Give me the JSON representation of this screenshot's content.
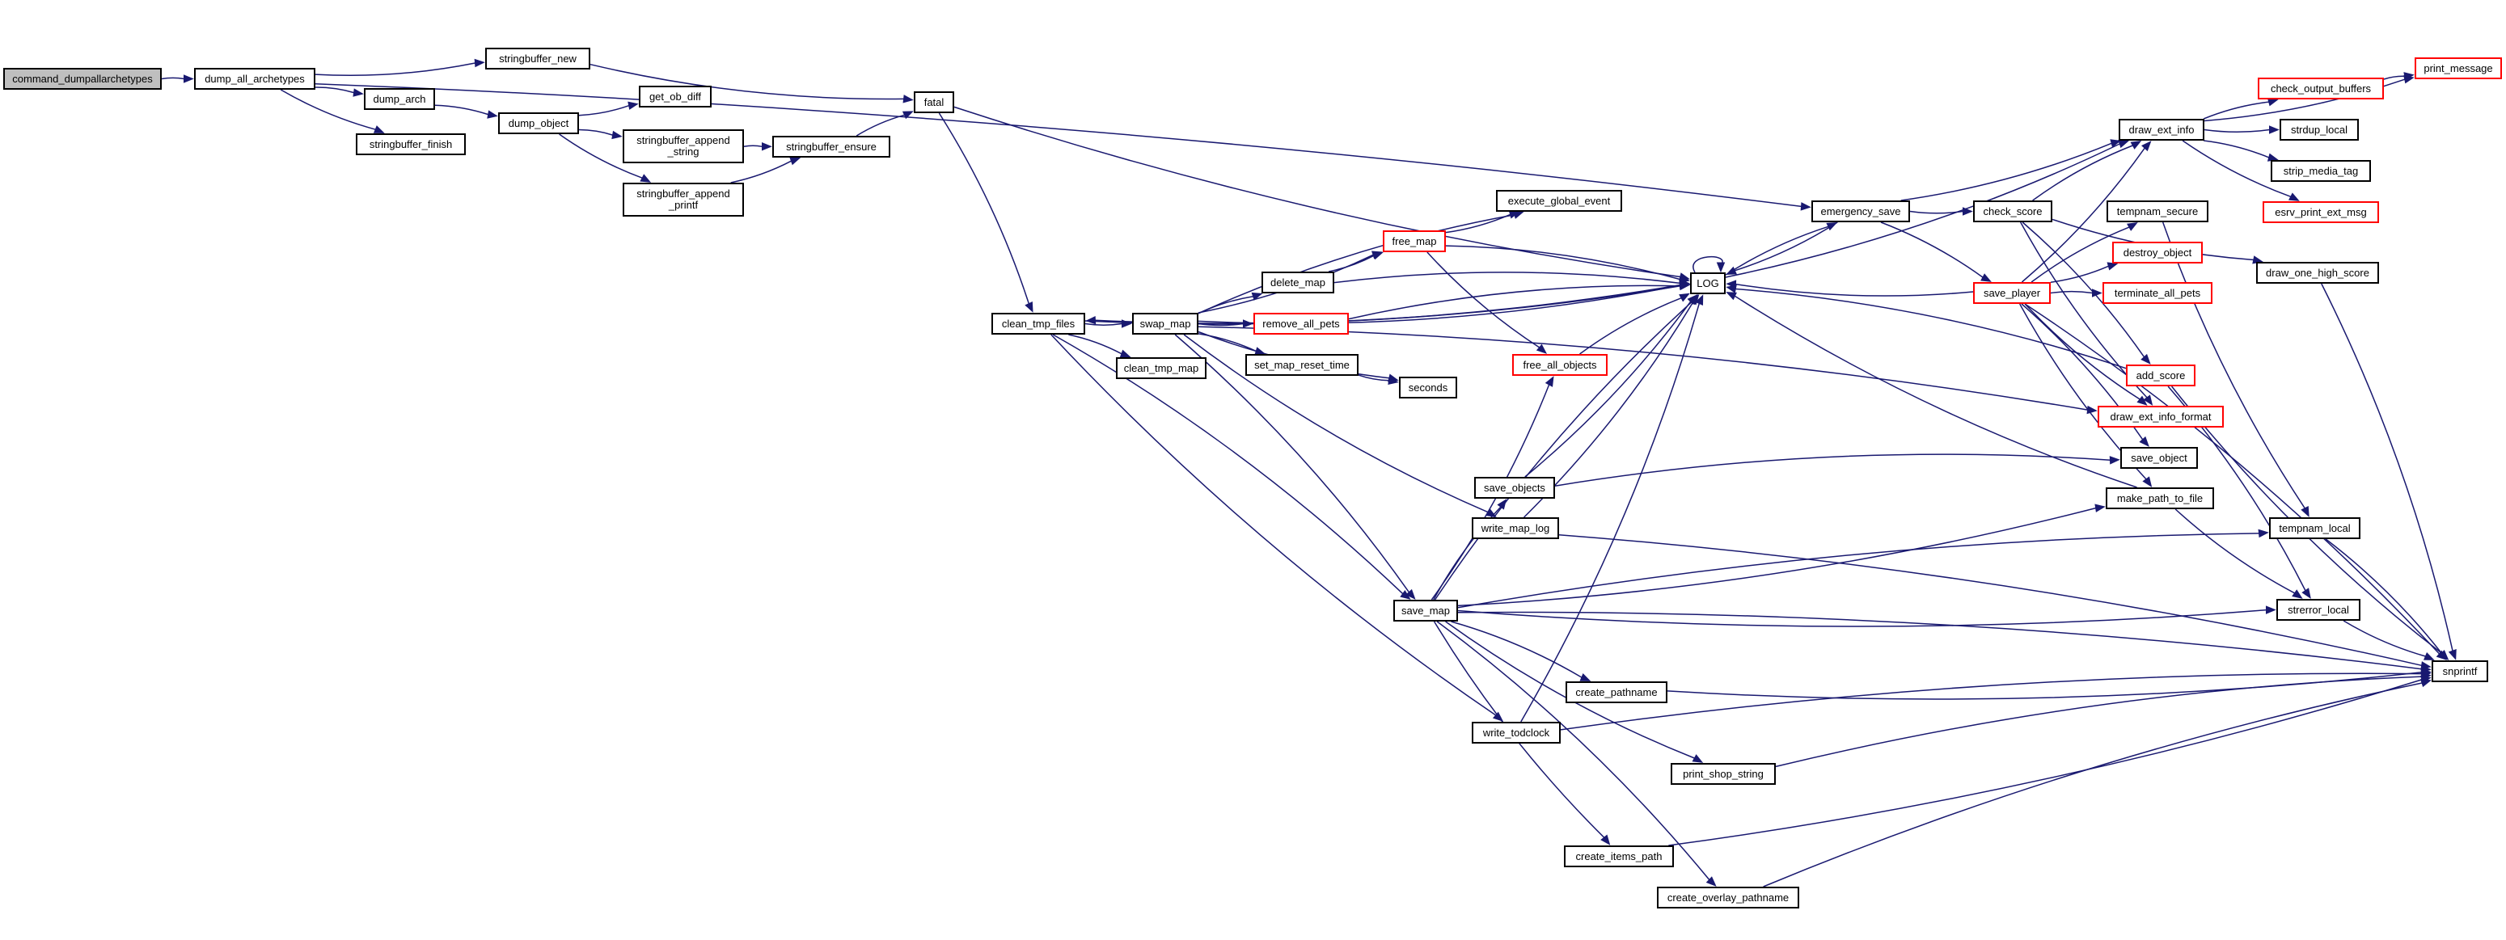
{
  "graph": {
    "edge_color": "#191970",
    "highlight_border_color": "#ff0000",
    "root_fill": "#bfbfbf",
    "nodes": {
      "command_dumpallarchetypes": {
        "label": "command_dumpallarchetypes",
        "style": "root"
      },
      "dump_all_archetypes": {
        "label": "dump_all_archetypes",
        "style": "normal"
      },
      "stringbuffer_new": {
        "label": "stringbuffer_new",
        "style": "normal"
      },
      "dump_arch": {
        "label": "dump_arch",
        "style": "normal"
      },
      "stringbuffer_finish": {
        "label": "stringbuffer_finish",
        "style": "normal"
      },
      "dump_object": {
        "label": "dump_object",
        "style": "normal"
      },
      "get_ob_diff": {
        "label": "get_ob_diff",
        "style": "normal"
      },
      "stringbuffer_append_string": {
        "label": "stringbuffer_append\n_string",
        "style": "normal"
      },
      "stringbuffer_append_printf": {
        "label": "stringbuffer_append\n_printf",
        "style": "normal"
      },
      "stringbuffer_ensure": {
        "label": "stringbuffer_ensure",
        "style": "normal"
      },
      "fatal": {
        "label": "fatal",
        "style": "normal"
      },
      "clean_tmp_files": {
        "label": "clean_tmp_files",
        "style": "normal"
      },
      "swap_map": {
        "label": "swap_map",
        "style": "normal"
      },
      "clean_tmp_map": {
        "label": "clean_tmp_map",
        "style": "normal"
      },
      "delete_map": {
        "label": "delete_map",
        "style": "normal"
      },
      "free_map": {
        "label": "free_map",
        "style": "red"
      },
      "remove_all_pets": {
        "label": "remove_all_pets",
        "style": "red"
      },
      "set_map_reset_time": {
        "label": "set_map_reset_time",
        "style": "normal"
      },
      "seconds": {
        "label": "seconds",
        "style": "normal"
      },
      "execute_global_event": {
        "label": "execute_global_event",
        "style": "normal"
      },
      "free_all_objects": {
        "label": "free_all_objects",
        "style": "red"
      },
      "LOG": {
        "label": "LOG",
        "style": "normal"
      },
      "emergency_save": {
        "label": "emergency_save",
        "style": "normal"
      },
      "check_score": {
        "label": "check_score",
        "style": "normal"
      },
      "save_player": {
        "label": "save_player",
        "style": "red"
      },
      "draw_ext_info": {
        "label": "draw_ext_info",
        "style": "normal"
      },
      "print_message": {
        "label": "print_message",
        "style": "red"
      },
      "check_output_buffers": {
        "label": "check_output_buffers",
        "style": "red"
      },
      "strdup_local": {
        "label": "strdup_local",
        "style": "normal"
      },
      "strip_media_tag": {
        "label": "strip_media_tag",
        "style": "normal"
      },
      "esrv_print_ext_msg": {
        "label": "esrv_print_ext_msg",
        "style": "red"
      },
      "tempnam_secure": {
        "label": "tempnam_secure",
        "style": "normal"
      },
      "destroy_object": {
        "label": "destroy_object",
        "style": "red"
      },
      "terminate_all_pets": {
        "label": "terminate_all_pets",
        "style": "red"
      },
      "draw_one_high_score": {
        "label": "draw_one_high_score",
        "style": "normal"
      },
      "add_score": {
        "label": "add_score",
        "style": "red"
      },
      "draw_ext_info_format": {
        "label": "draw_ext_info_format",
        "style": "red"
      },
      "save_object": {
        "label": "save_object",
        "style": "normal"
      },
      "make_path_to_file": {
        "label": "make_path_to_file",
        "style": "normal"
      },
      "tempnam_local": {
        "label": "tempnam_local",
        "style": "normal"
      },
      "strerror_local": {
        "label": "strerror_local",
        "style": "normal"
      },
      "snprintf": {
        "label": "snprintf",
        "style": "normal"
      },
      "save_objects": {
        "label": "save_objects",
        "style": "normal"
      },
      "write_map_log": {
        "label": "write_map_log",
        "style": "normal"
      },
      "save_map": {
        "label": "save_map",
        "style": "normal"
      },
      "create_pathname": {
        "label": "create_pathname",
        "style": "normal"
      },
      "write_todclock": {
        "label": "write_todclock",
        "style": "normal"
      },
      "print_shop_string": {
        "label": "print_shop_string",
        "style": "normal"
      },
      "create_items_path": {
        "label": "create_items_path",
        "style": "normal"
      },
      "create_overlay_pathname": {
        "label": "create_overlay_pathname",
        "style": "normal"
      }
    },
    "edges": [
      [
        "command_dumpallarchetypes",
        "dump_all_archetypes"
      ],
      [
        "dump_all_archetypes",
        "stringbuffer_new"
      ],
      [
        "dump_all_archetypes",
        "dump_arch"
      ],
      [
        "dump_all_archetypes",
        "stringbuffer_finish"
      ],
      [
        "dump_all_archetypes",
        "emergency_save"
      ],
      [
        "stringbuffer_new",
        "fatal"
      ],
      [
        "dump_arch",
        "dump_object"
      ],
      [
        "dump_object",
        "get_ob_diff"
      ],
      [
        "dump_object",
        "stringbuffer_append_string"
      ],
      [
        "dump_object",
        "stringbuffer_append_printf"
      ],
      [
        "stringbuffer_append_string",
        "stringbuffer_ensure"
      ],
      [
        "stringbuffer_append_printf",
        "stringbuffer_ensure"
      ],
      [
        "stringbuffer_ensure",
        "fatal"
      ],
      [
        "fatal",
        "LOG"
      ],
      [
        "fatal",
        "clean_tmp_files"
      ],
      [
        "clean_tmp_files",
        "swap_map"
      ],
      [
        "clean_tmp_files",
        "clean_tmp_map"
      ],
      [
        "clean_tmp_files",
        "LOG"
      ],
      [
        "clean_tmp_files",
        "save_map"
      ],
      [
        "clean_tmp_files",
        "write_todclock"
      ],
      [
        "LOG",
        "clean_tmp_files"
      ],
      [
        "swap_map",
        "LOG"
      ],
      [
        "swap_map",
        "execute_global_event"
      ],
      [
        "swap_map",
        "free_map"
      ],
      [
        "swap_map",
        "delete_map"
      ],
      [
        "swap_map",
        "remove_all_pets"
      ],
      [
        "swap_map",
        "set_map_reset_time"
      ],
      [
        "swap_map",
        "seconds"
      ],
      [
        "swap_map",
        "draw_ext_info_format"
      ],
      [
        "swap_map",
        "write_map_log"
      ],
      [
        "swap_map",
        "save_map"
      ],
      [
        "delete_map",
        "free_map"
      ],
      [
        "delete_map",
        "LOG"
      ],
      [
        "free_map",
        "execute_global_event"
      ],
      [
        "free_map",
        "LOG"
      ],
      [
        "free_map",
        "free_all_objects"
      ],
      [
        "remove_all_pets",
        "LOG"
      ],
      [
        "set_map_reset_time",
        "seconds"
      ],
      [
        "free_all_objects",
        "LOG"
      ],
      [
        "LOG",
        "LOG"
      ],
      [
        "LOG",
        "emergency_save"
      ],
      [
        "LOG",
        "draw_ext_info"
      ],
      [
        "emergency_save",
        "LOG"
      ],
      [
        "emergency_save",
        "check_score"
      ],
      [
        "emergency_save",
        "save_player"
      ],
      [
        "emergency_save",
        "draw_ext_info"
      ],
      [
        "check_score",
        "draw_ext_info"
      ],
      [
        "check_score",
        "draw_one_high_score"
      ],
      [
        "check_score",
        "add_score"
      ],
      [
        "check_score",
        "draw_ext_info_format"
      ],
      [
        "save_player",
        "LOG"
      ],
      [
        "save_player",
        "draw_ext_info"
      ],
      [
        "save_player",
        "tempnam_secure"
      ],
      [
        "save_player",
        "destroy_object"
      ],
      [
        "save_player",
        "terminate_all_pets"
      ],
      [
        "save_player",
        "draw_ext_info_format"
      ],
      [
        "save_player",
        "save_object"
      ],
      [
        "save_player",
        "make_path_to_file"
      ],
      [
        "save_player",
        "snprintf"
      ],
      [
        "draw_ext_info",
        "print_message"
      ],
      [
        "draw_ext_info",
        "check_output_buffers"
      ],
      [
        "draw_ext_info",
        "strdup_local"
      ],
      [
        "draw_ext_info",
        "strip_media_tag"
      ],
      [
        "draw_ext_info",
        "esrv_print_ext_msg"
      ],
      [
        "check_output_buffers",
        "print_message"
      ],
      [
        "tempnam_secure",
        "tempnam_local"
      ],
      [
        "draw_one_high_score",
        "snprintf"
      ],
      [
        "add_score",
        "LOG"
      ],
      [
        "add_score",
        "strerror_local"
      ],
      [
        "add_score",
        "snprintf"
      ],
      [
        "make_path_to_file",
        "LOG"
      ],
      [
        "make_path_to_file",
        "strerror_local"
      ],
      [
        "tempnam_local",
        "snprintf"
      ],
      [
        "strerror_local",
        "snprintf"
      ],
      [
        "save_map",
        "LOG"
      ],
      [
        "save_map",
        "free_all_objects"
      ],
      [
        "save_map",
        "save_objects"
      ],
      [
        "save_map",
        "make_path_to_file"
      ],
      [
        "save_map",
        "tempnam_local"
      ],
      [
        "save_map",
        "strerror_local"
      ],
      [
        "save_map",
        "create_pathname"
      ],
      [
        "save_map",
        "print_shop_string"
      ],
      [
        "save_map",
        "snprintf"
      ],
      [
        "save_map",
        "create_items_path"
      ],
      [
        "save_map",
        "create_overlay_pathname"
      ],
      [
        "save_objects",
        "LOG"
      ],
      [
        "save_objects",
        "save_object"
      ],
      [
        "write_map_log",
        "LOG"
      ],
      [
        "write_map_log",
        "snprintf"
      ],
      [
        "write_todclock",
        "LOG"
      ],
      [
        "write_todclock",
        "snprintf"
      ],
      [
        "create_pathname",
        "snprintf"
      ],
      [
        "print_shop_string",
        "snprintf"
      ],
      [
        "create_items_path",
        "snprintf"
      ],
      [
        "create_overlay_pathname",
        "snprintf"
      ]
    ]
  }
}
